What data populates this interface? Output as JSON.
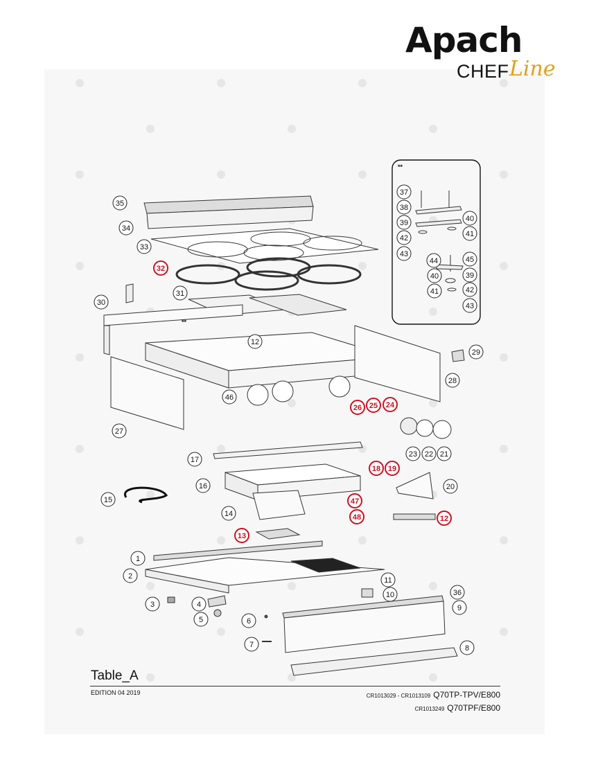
{
  "brand": {
    "name": "Apach",
    "sub": "CHEF",
    "script": "Line"
  },
  "title": "Table_A",
  "edition": "EDITION 04 2019",
  "models": [
    {
      "codes": "CR1013029 - CR1013109",
      "model": "Q70TP-TPV/E800"
    },
    {
      "codes": "CR1013249",
      "model": "Q70TPF/E800"
    }
  ],
  "inset_marker": "**",
  "main_marker": "**",
  "callouts": [
    {
      "id": "35",
      "red": false
    },
    {
      "id": "34",
      "red": false
    },
    {
      "id": "33",
      "red": false
    },
    {
      "id": "32",
      "red": true
    },
    {
      "id": "31",
      "red": false
    },
    {
      "id": "30",
      "red": false
    },
    {
      "id": "12",
      "red": false
    },
    {
      "id": "29",
      "red": false
    },
    {
      "id": "28",
      "red": false
    },
    {
      "id": "46",
      "red": false
    },
    {
      "id": "27",
      "red": false
    },
    {
      "id": "26",
      "red": true
    },
    {
      "id": "25",
      "red": true
    },
    {
      "id": "24",
      "red": true
    },
    {
      "id": "23",
      "red": false
    },
    {
      "id": "22",
      "red": false
    },
    {
      "id": "21",
      "red": false
    },
    {
      "id": "17",
      "red": false
    },
    {
      "id": "18",
      "red": true
    },
    {
      "id": "19",
      "red": true
    },
    {
      "id": "16",
      "red": false
    },
    {
      "id": "20",
      "red": false
    },
    {
      "id": "15",
      "red": false
    },
    {
      "id": "14",
      "red": false
    },
    {
      "id": "47",
      "red": true
    },
    {
      "id": "48",
      "red": true
    },
    {
      "id": "12",
      "red": true
    },
    {
      "id": "13",
      "red": true
    },
    {
      "id": "1",
      "red": false
    },
    {
      "id": "2",
      "red": false
    },
    {
      "id": "11",
      "red": false
    },
    {
      "id": "10",
      "red": false
    },
    {
      "id": "36",
      "red": false
    },
    {
      "id": "3",
      "red": false
    },
    {
      "id": "4",
      "red": false
    },
    {
      "id": "9",
      "red": false
    },
    {
      "id": "5",
      "red": false
    },
    {
      "id": "6",
      "red": false
    },
    {
      "id": "7",
      "red": false
    },
    {
      "id": "8",
      "red": false
    },
    {
      "id": "37",
      "red": false
    },
    {
      "id": "38",
      "red": false
    },
    {
      "id": "39",
      "red": false
    },
    {
      "id": "40",
      "red": false
    },
    {
      "id": "41",
      "red": false
    },
    {
      "id": "42",
      "red": false
    },
    {
      "id": "43",
      "red": false
    },
    {
      "id": "44",
      "red": false
    },
    {
      "id": "45",
      "red": false
    },
    {
      "id": "40",
      "red": false
    },
    {
      "id": "39",
      "red": false
    },
    {
      "id": "41",
      "red": false
    },
    {
      "id": "42",
      "red": false
    },
    {
      "id": "43",
      "red": false
    }
  ],
  "colors": {
    "callout_red": "#d0101d",
    "accent": "#e0a11b"
  }
}
